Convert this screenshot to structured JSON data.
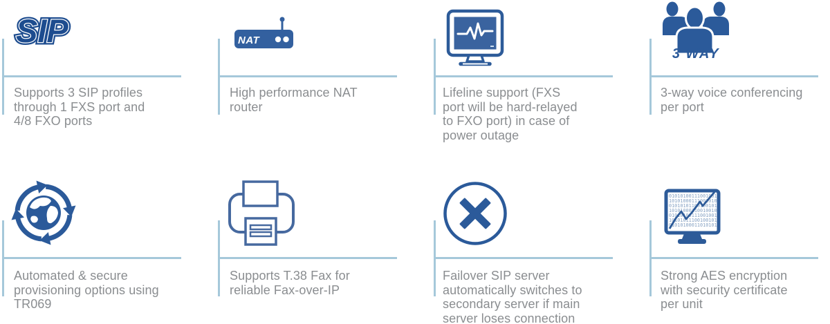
{
  "page": {
    "background": "#ffffff"
  },
  "colors": {
    "icon_blue": "#2b5a9a",
    "sip_navy": "#1d4c8f",
    "screen_blue": "#3a639f",
    "printer_stroke": "#46699f",
    "rule_light_blue": "#a5c8da",
    "text_gray": "#8a8d90"
  },
  "features": [
    {
      "icon": "sip-logo",
      "icon_label": "SIP",
      "text": "Supports 3 SIP profiles\nthrough 1 FXS port and\n4/8 FXO ports"
    },
    {
      "icon": "nat-router",
      "icon_label": "NAT",
      "text": "High performance NAT\nrouter"
    },
    {
      "icon": "lifeline-monitor",
      "text": "Lifeline support (FXS\nport will be hard-relayed\nto FXO port) in case of\npower outage"
    },
    {
      "icon": "conference-group",
      "icon_label": "3 WAY",
      "text": "3-way voice conferencing\nper port"
    },
    {
      "icon": "provisioning-globe",
      "text": "Automated & secure\nprovisioning options using\nTR069"
    },
    {
      "icon": "fax-printer",
      "text": "Supports T.38 Fax for\nreliable Fax-over-IP"
    },
    {
      "icon": "failover-x",
      "text": "Failover SIP server\nautomatically switches to\nsecondary server if main\nserver loses connection"
    },
    {
      "icon": "aes-encryption-monitor",
      "text": "Strong AES encryption\nwith security certificate\nper unit",
      "binary_rows": [
        "01010100111001001",
        "10101000111001010",
        "01010101100100101",
        "10101000110010010",
        "01010100111001001",
        "10101011100100101",
        "01010100011010101"
      ]
    }
  ]
}
